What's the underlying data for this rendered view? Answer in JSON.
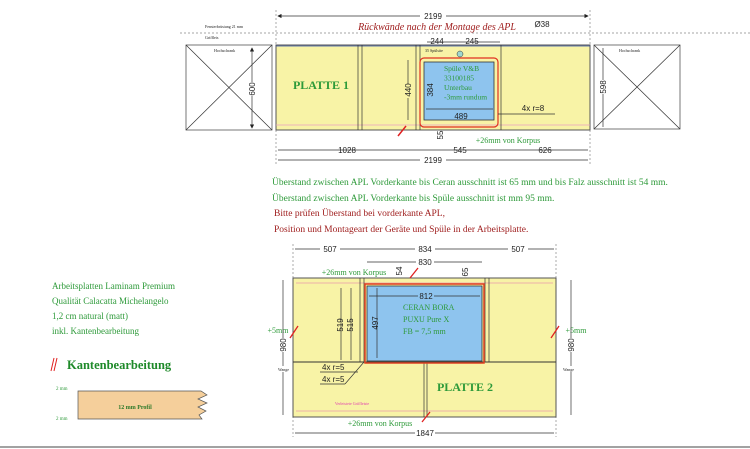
{
  "plate1": {
    "label": "PLATTE 1",
    "title": "Rückwände nach der Montage des APL",
    "total_top": "2199",
    "total_bottom": "2199",
    "diameter": "Ø38",
    "dim_244": "244",
    "dim_245": "245",
    "depth_left": "600",
    "depth_right": "598",
    "dim_440": "440",
    "dim_384": "384",
    "dim_489": "489",
    "dim_55": "55",
    "radius": "4x r=8",
    "seg_left": "1028",
    "seg_mid": "545",
    "seg_right": "626",
    "korpus": "+26mm von Korpus",
    "tall_cabinet_left": "Hochschrank",
    "tall_cabinet_right": "Hochschrank",
    "window_sill": "Fensterbrüstung 21 mm",
    "handle": "Griffleis",
    "tap_hole": "35 Spülsite",
    "sink_lines": [
      "Spüle V&B",
      "33100185",
      "Unterbau",
      "-3mm rundum"
    ]
  },
  "notes": {
    "green": [
      "Überstand zwischen APL Vorderkante bis Ceran ausschnitt ist 65 mm und bis Falz ausschnitt ist 54 mm.",
      "Überstand zwischen APL Vorderkante bis Spüle ausschnitt ist mm 95 mm."
    ],
    "red": [
      "Bitte prüfen Überstand bei vorderkante APL,",
      "Position und Montageart der Geräte und Spüle in der Arbeitsplatte."
    ]
  },
  "plate2": {
    "label": "PLATTE 2",
    "dim_507_left": "507",
    "dim_834": "834",
    "dim_507_right": "507",
    "dim_830": "830",
    "dim_812": "812",
    "dim_519": "519",
    "dim_515": "515",
    "dim_497": "497",
    "dim_54": "54",
    "dim_65": "65",
    "depth_left": "980",
    "depth_right": "980",
    "plus_left": "+5mm",
    "plus_right": "+5mm",
    "wange_left": "Wange",
    "wange_right": "Wange",
    "radius1": "4x r=5",
    "radius2": "4x r=5",
    "korpus_top": "+26mm von Korpus",
    "korpus_bottom": "+26mm von Korpus",
    "total": "1847",
    "edge_note": "Verleistete Griffleiste",
    "cooktop_lines": [
      "CERAN BORA",
      "PUXU Pure X",
      "FB = 7,5 mm"
    ]
  },
  "material": {
    "lines": [
      "Arbeitsplatten Laminam Premium",
      "Qualität Calacatta Michelangelo",
      "1,2 cm natural (matt)",
      "inkl. Kantenbearbeitung"
    ],
    "edge_title": "Kantenbearbeitung",
    "profile_label": "12 mm Profil",
    "top_mm": "2 mm",
    "bottom_mm": "2 mm"
  }
}
